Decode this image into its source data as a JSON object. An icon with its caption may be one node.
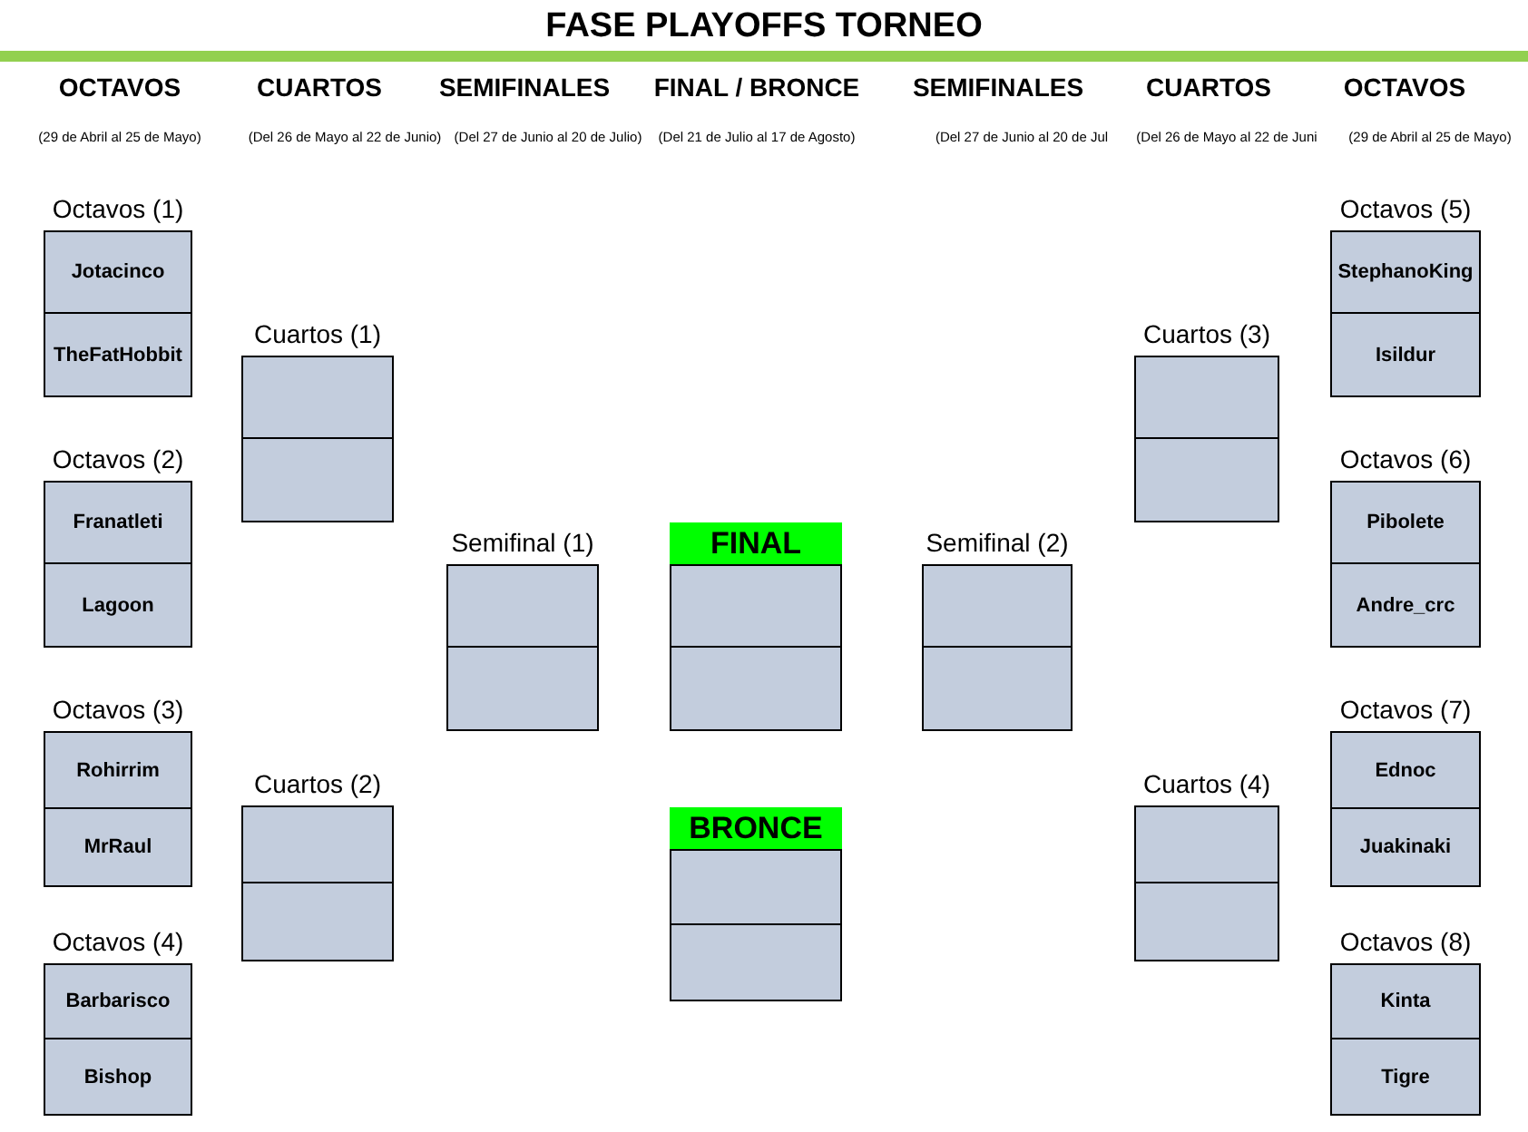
{
  "diagram": {
    "title": "FASE PLAYOFFS TORNEO",
    "nodes": [
      {
        "text": [
          "Octavos (1)"
        ]
      },
      {
        "text": [
          "Jotacinco"
        ],
        "in": 0
      },
      {
        "text": [
          "TheFatHobbit"
        ],
        "in": 0
      },
      {
        "text": [
          "Octavos (2)"
        ]
      },
      {
        "text": [
          "Franatleti"
        ],
        "in": 3
      },
      {
        "text": [
          "Lagoon"
        ],
        "in": 3
      },
      {
        "text": [
          "Octavos (3)"
        ]
      },
      {
        "text": [
          "Rohirrim"
        ],
        "in": 6
      },
      {
        "text": [
          "MrRaul"
        ],
        "in": 6
      },
      {
        "text": [
          "Octavos (4)"
        ]
      },
      {
        "text": [
          "Barbarisco"
        ],
        "in": 9
      },
      {
        "text": [
          "Bishop"
        ],
        "in": 9
      },
      {
        "text": [
          "Cuartos (1)"
        ]
      },
      {
        "text": [],
        "shape": "box",
        "in": 12
      },
      {
        "text": [],
        "shape": "box",
        "in": 12
      },
      {
        "text": [
          "Cuartos (2)"
        ]
      },
      {
        "text": [],
        "shape": "box",
        "in": 15
      },
      {
        "text": [],
        "shape": "box",
        "in": 15
      },
      {
        "text": [
          "Semifinal (1)"
        ]
      },
      {
        "text": [],
        "shape": "box",
        "in": 18
      },
      {
        "text": [],
        "shape": "box",
        "in": 18
      },
      {
        "text": [
          "FINAL"
        ]
      },
      {
        "text": [],
        "shape": "box"
      },
      {
        "text": [],
        "shape": "box"
      },
      {
        "text": [
          "BRONCE"
        ]
      },
      {
        "text": [],
        "shape": "box"
      },
      {
        "text": [],
        "shape": "box"
      },
      {
        "text": [
          "Semifinal (2)"
        ]
      },
      {
        "text": [],
        "shape": "box",
        "in": 27
      },
      {
        "text": [],
        "shape": "box",
        "in": 27
      },
      {
        "text": [
          "Cuartos (3)"
        ]
      },
      {
        "text": [],
        "shape": "box",
        "in": 30
      },
      {
        "text": [],
        "shape": "box",
        "in": 30
      },
      {
        "text": [
          "Cuartos (4)"
        ]
      },
      {
        "text": [],
        "shape": "box",
        "in": 33
      },
      {
        "text": [],
        "shape": "box",
        "in": 33
      },
      {
        "text": [
          "Octavos (5)"
        ]
      },
      {
        "text": [
          "StephanoKing"
        ],
        "in": 36
      },
      {
        "text": [
          "Isildur"
        ],
        "in": 36
      },
      {
        "text": [
          "Octavos (6)"
        ]
      },
      {
        "text": [
          "Pibolete"
        ],
        "in": 39
      },
      {
        "text": [
          "Andre_crc"
        ],
        "in": 39
      },
      {
        "text": [
          "Octavos (7)"
        ]
      },
      {
        "text": [
          "Ednoc"
        ],
        "in": 42
      },
      {
        "text": [
          "Juakinaki"
        ],
        "in": 42
      },
      {
        "text": [
          "Octavos (8)"
        ]
      },
      {
        "text": [
          "Kinta"
        ],
        "in": 45
      },
      {
        "text": [
          "Tigre"
        ],
        "in": 45
      }
    ],
    "labels": [
      "OCTAVOS",
      "CUARTOS",
      "SEMIFINALES",
      "FINAL / BRONCE",
      "SEMIFINALES",
      "CUARTOS",
      "OCTAVOS",
      "(29 de Abril al 25 de Mayo)",
      "(Del 26 de Mayo al 22 de Junio)",
      "(Del 27 de Junio al 20 de Julio)",
      "(Del 21 de Julio al 17 de Agosto)",
      "(Del 27 de Junio al 20 de Jul",
      "(Del 26 de Mayo al 22 de Juni",
      "(29 de Abril al 25 de Mayo)"
    ]
  }
}
